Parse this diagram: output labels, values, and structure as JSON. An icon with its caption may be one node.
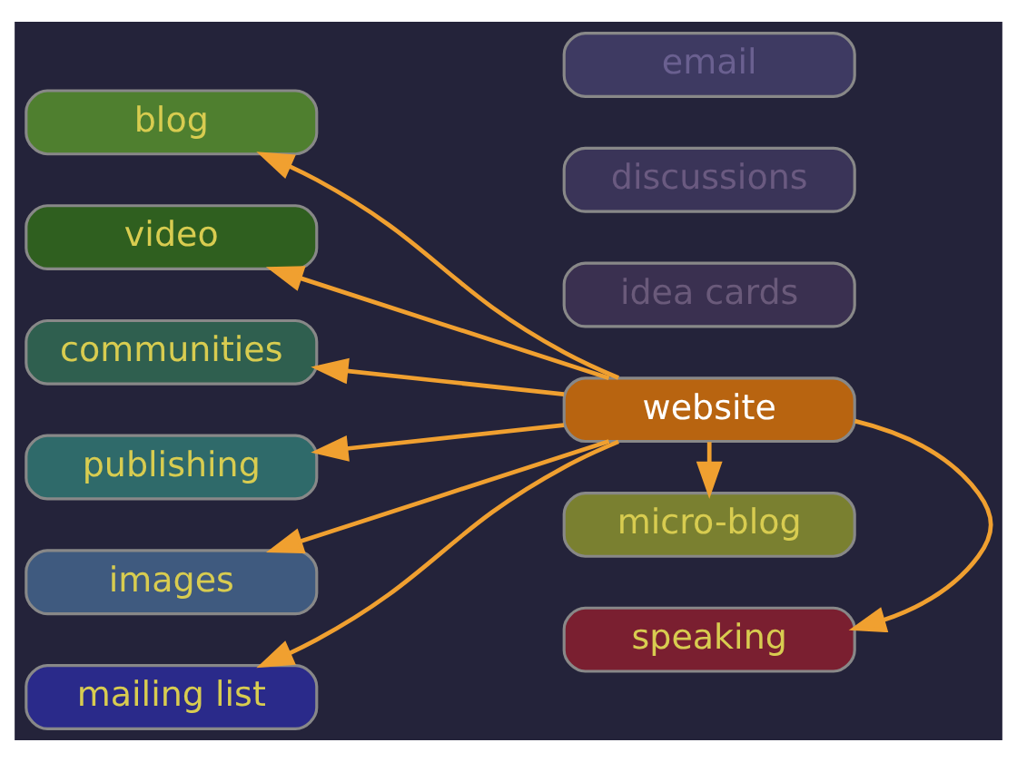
{
  "diagram": {
    "nodes": [
      {
        "text": [
          "blog"
        ]
      },
      {
        "text": [
          "video"
        ]
      },
      {
        "text": [
          "micro-blog"
        ]
      },
      {
        "text": [
          "communities"
        ]
      },
      {
        "text": [
          "website"
        ]
      },
      {
        "text": [
          "publishing"
        ]
      },
      {
        "text": [
          "speaking"
        ]
      },
      {
        "text": [
          "images"
        ]
      },
      {
        "text": [
          "idea cards"
        ]
      },
      {
        "text": [
          "mailing list"
        ]
      },
      {
        "text": [
          "discussions"
        ]
      },
      {
        "text": [
          "email"
        ]
      }
    ],
    "edges": [
      {
        "from": 4,
        "to": 0,
        "arrow": "to"
      },
      {
        "from": 4,
        "to": 1,
        "arrow": "to"
      },
      {
        "from": 4,
        "to": 2,
        "arrow": "to"
      },
      {
        "from": 4,
        "to": 3,
        "arrow": "to"
      },
      {
        "from": 4,
        "to": 5,
        "arrow": "to"
      },
      {
        "from": 4,
        "to": 6,
        "arrow": "to"
      },
      {
        "from": 4,
        "to": 7,
        "arrow": "to"
      },
      {
        "from": 4,
        "to": 9,
        "arrow": "to"
      }
    ]
  }
}
